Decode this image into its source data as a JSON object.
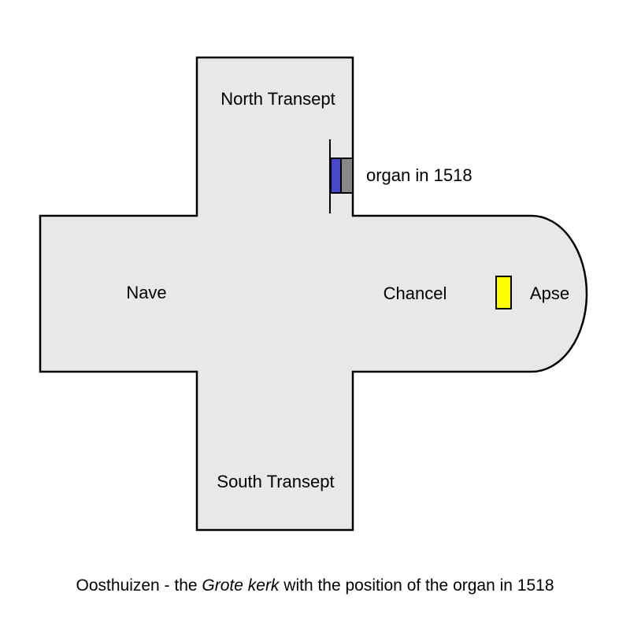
{
  "colors": {
    "floor": "#e8e8e8",
    "outline": "#000000",
    "organ_front": "#4848cc",
    "organ_case": "#888888",
    "altar": "#ffff00"
  },
  "labels": {
    "north_transept": "North Transept",
    "south_transept": "South Transept",
    "nave": "Nave",
    "chancel": "Chancel",
    "apse": "Apse",
    "organ": "organ in 1518"
  },
  "caption": {
    "before": "Oosthuizen - the ",
    "italic": "Grote kerk",
    "after": " with the position of the organ in 1518"
  }
}
